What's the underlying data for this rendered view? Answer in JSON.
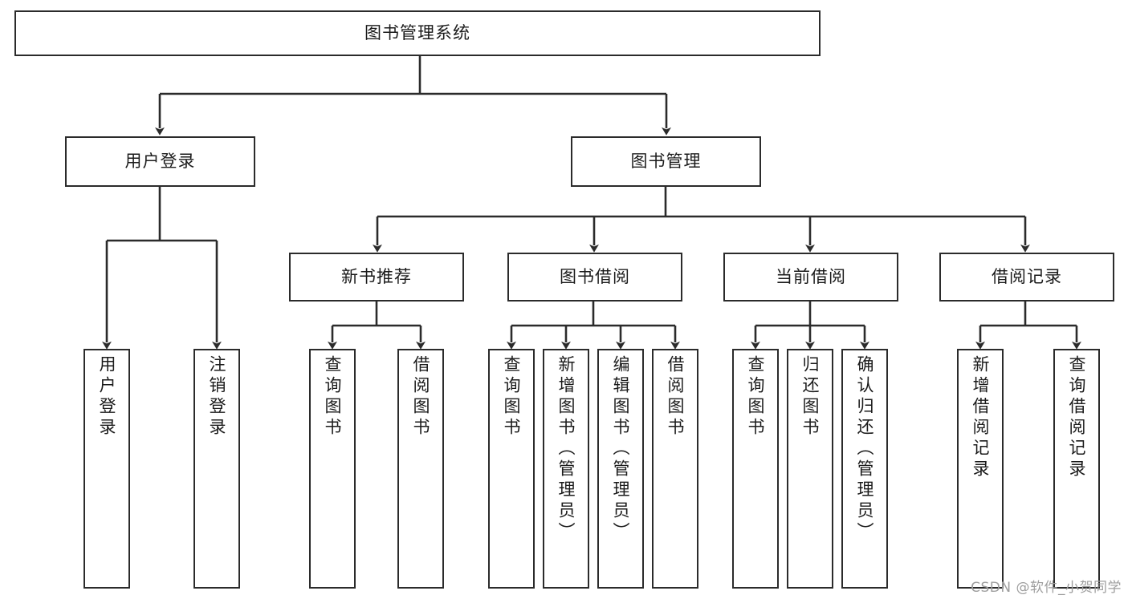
{
  "diagram": {
    "title": "图书管理系统",
    "watermark": "CSDN @软件_小贺同学",
    "colors": {
      "stroke": "#2b2b2b",
      "fill": "#ffffff",
      "text": "#1b1b1b",
      "watermark": "#9e9e9e"
    },
    "levels": {
      "root": "图书管理系统",
      "level2": [
        "用户登录",
        "图书管理"
      ],
      "level3": [
        "新书推荐",
        "图书借阅",
        "当前借阅",
        "借阅记录"
      ]
    },
    "nodes": {
      "root": {
        "label": "图书管理系统"
      },
      "user_login": {
        "label": "用户登录"
      },
      "book_manage": {
        "label": "图书管理"
      },
      "new_book_rec": {
        "label": "新书推荐"
      },
      "book_borrow": {
        "label": "图书借阅"
      },
      "current_borrow": {
        "label": "当前借阅"
      },
      "borrow_record": {
        "label": "借阅记录"
      },
      "leaf_user_login": {
        "label": "用户登录"
      },
      "leaf_logout": {
        "label": "注销登录"
      },
      "leaf_query_book_1": {
        "label": "查询图书"
      },
      "leaf_borrow_book_1": {
        "label": "借阅图书"
      },
      "leaf_query_book_2": {
        "label": "查询图书"
      },
      "leaf_add_book": {
        "label": "新增图书（管理员）"
      },
      "leaf_edit_book": {
        "label": "编辑图书（管理员）"
      },
      "leaf_borrow_book_2": {
        "label": "借阅图书"
      },
      "leaf_query_book_3": {
        "label": "查询图书"
      },
      "leaf_return_book": {
        "label": "归还图书"
      },
      "leaf_confirm_return": {
        "label": "确认归还（管理员）"
      },
      "leaf_add_record": {
        "label": "新增借阅记录"
      },
      "leaf_query_record": {
        "label": "查询借阅记录"
      }
    },
    "tree": [
      {
        "label": "图书管理系统",
        "children": [
          {
            "label": "用户登录",
            "children": [
              {
                "label": "用户登录"
              },
              {
                "label": "注销登录"
              }
            ]
          },
          {
            "label": "图书管理",
            "children": [
              {
                "label": "新书推荐",
                "children": [
                  {
                    "label": "查询图书"
                  },
                  {
                    "label": "借阅图书"
                  }
                ]
              },
              {
                "label": "图书借阅",
                "children": [
                  {
                    "label": "查询图书"
                  },
                  {
                    "label": "新增图书（管理员）"
                  },
                  {
                    "label": "编辑图书（管理员）"
                  },
                  {
                    "label": "借阅图书"
                  }
                ]
              },
              {
                "label": "当前借阅",
                "children": [
                  {
                    "label": "查询图书"
                  },
                  {
                    "label": "归还图书"
                  },
                  {
                    "label": "确认归还（管理员）"
                  }
                ]
              },
              {
                "label": "借阅记录",
                "children": [
                  {
                    "label": "新增借阅记录"
                  },
                  {
                    "label": "查询借阅记录"
                  }
                ]
              }
            ]
          }
        ]
      }
    ]
  }
}
